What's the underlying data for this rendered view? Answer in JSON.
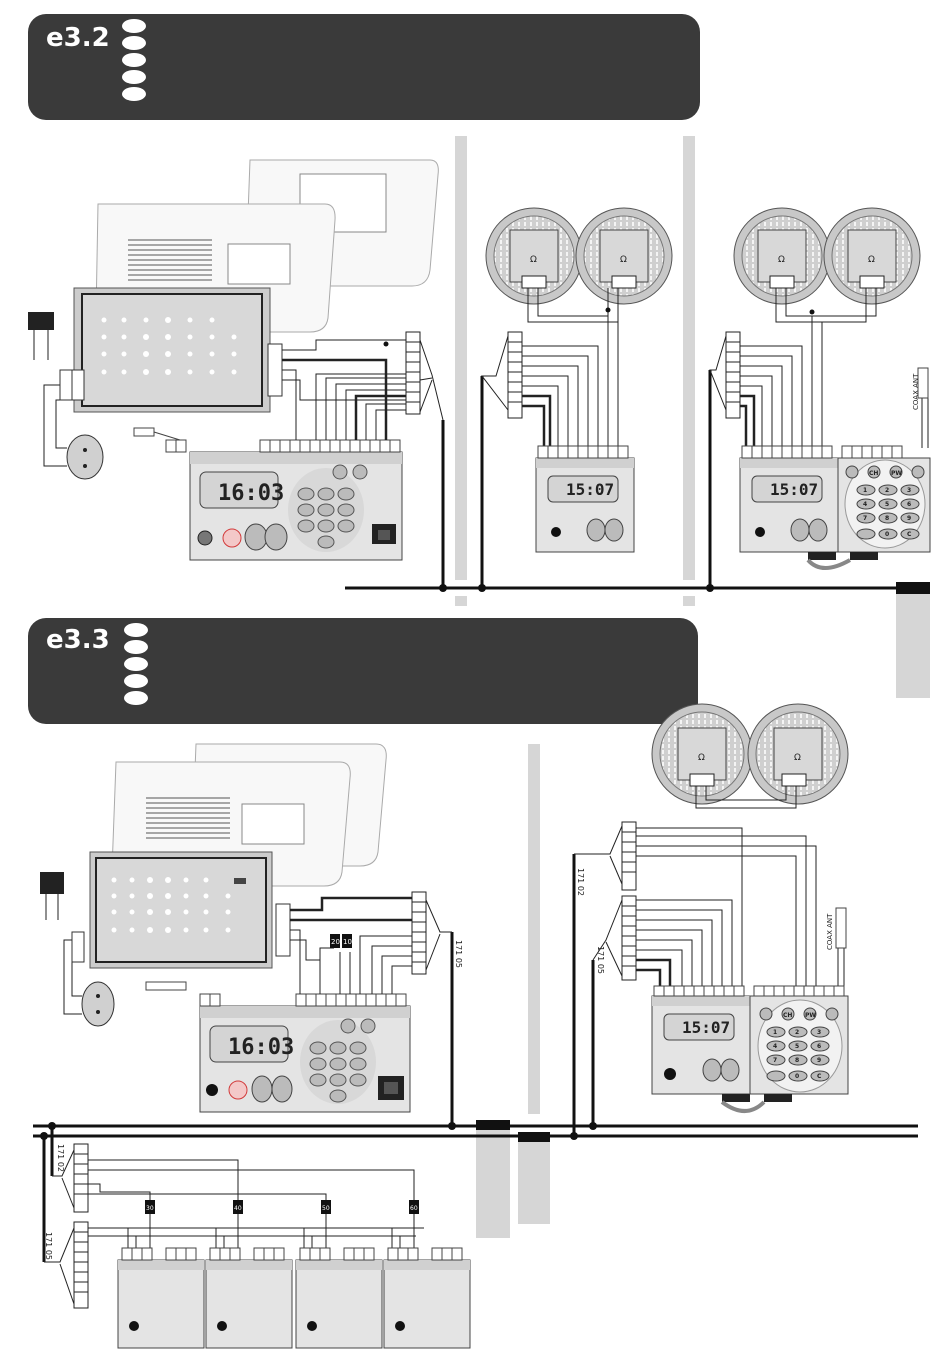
{
  "sections": [
    {
      "code": "e3.2"
    },
    {
      "code": "e3.3"
    }
  ],
  "displays": {
    "monitor_time": "16:03",
    "handset_time": "15:07"
  },
  "labels": {
    "coax_ant": "COAX ANT",
    "cable_17102": "171 02",
    "cable_17105": "171 05",
    "term_20": "20",
    "term_10": "10",
    "node_30": "30",
    "node_40": "40",
    "node_50": "50",
    "node_60": "60"
  },
  "keypad": {
    "row1": [
      "♪",
      "CH",
      "PW",
      "PW"
    ],
    "digits": [
      "1",
      "2",
      "3",
      "4",
      "5",
      "6",
      "7",
      "8",
      "9",
      "",
      "0",
      "C"
    ]
  },
  "colors": {
    "header_bg": "#3a3a3a",
    "bus": "#111111",
    "device_fill": "#e6e6e6",
    "speaker_fill": "#c8c8c8",
    "grey_strip": "#d4d4d4",
    "accent_red": "#d23b3b"
  }
}
